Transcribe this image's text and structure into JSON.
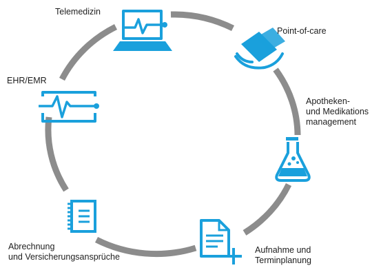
{
  "colors": {
    "ring": "#8c8c8c",
    "icon": "#1aa0dc",
    "text": "#1e1e1e"
  },
  "nodes": [
    {
      "id": "telemedizin",
      "label": "Telemedizin",
      "icon": "laptop-ecg-icon"
    },
    {
      "id": "point-of-care",
      "label": "Point-of-care",
      "icon": "hand-tablet-icon"
    },
    {
      "id": "apotheken",
      "label": "Apotheken-\nund Medikations\nmanagement",
      "icon": "flask-icon"
    },
    {
      "id": "aufnahme",
      "label": "Aufnahme und\nTerminplanung",
      "icon": "document-add-icon"
    },
    {
      "id": "abrechnung",
      "label": "Abrechnung\nund Versicherungsansprüche",
      "icon": "notepad-icon"
    },
    {
      "id": "ehr",
      "label": "EHR/EMR",
      "icon": "monitor-ecg-icon"
    }
  ]
}
